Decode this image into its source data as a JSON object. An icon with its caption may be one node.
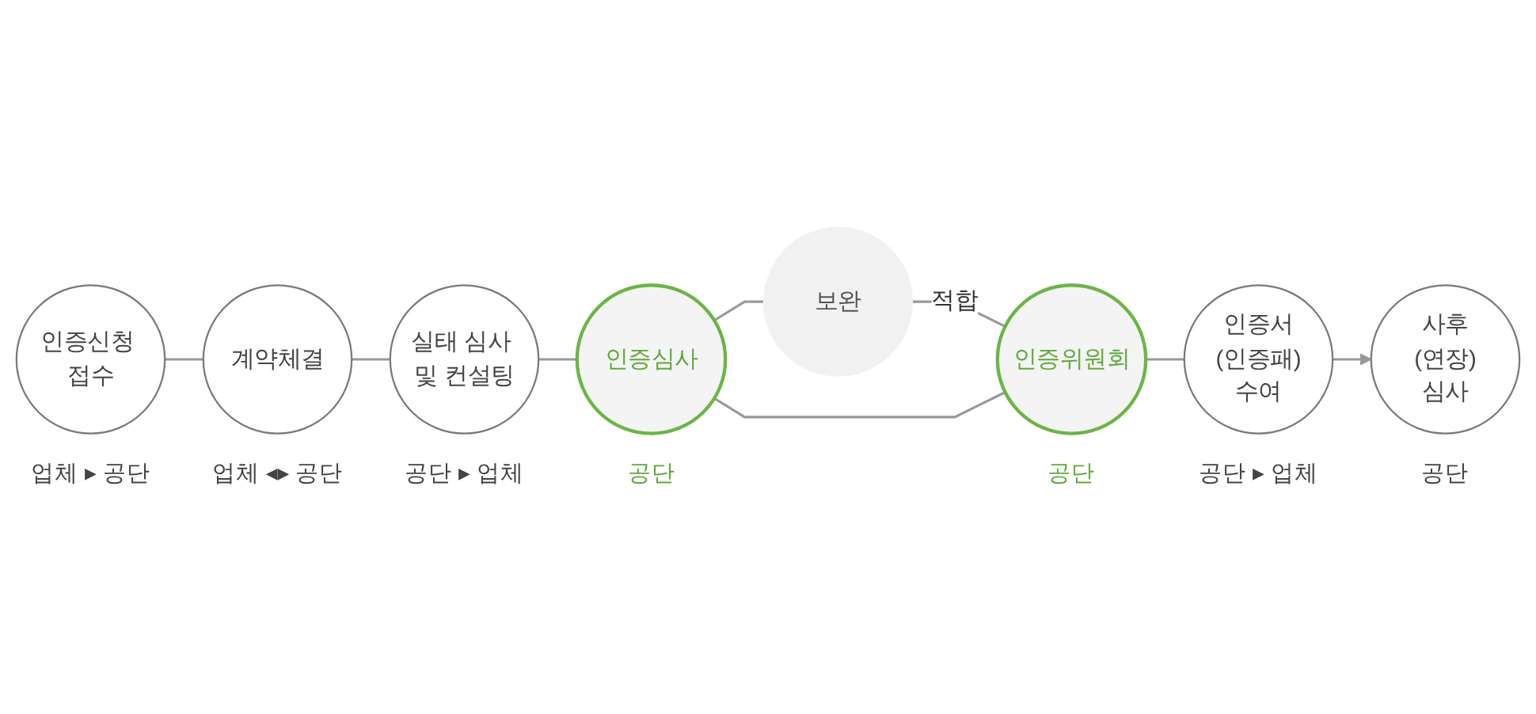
{
  "diagram": {
    "nodes": [
      {
        "text": [
          "보완"
        ]
      },
      {
        "text": [
          "인증신청 접수"
        ],
        "beside": [
          "업체 ▸ 공단"
        ]
      },
      {
        "text": [
          "계약체결"
        ],
        "beside": [
          "업체 ◂▸ 공단"
        ]
      },
      {
        "text": [
          "실태 심사 및 컨설팅"
        ],
        "beside": [
          "공단 ▸ 업체"
        ]
      },
      {
        "text": [
          "인증심사"
        ],
        "beside": [
          "공단"
        ]
      },
      {
        "text": [
          "인증위원회"
        ],
        "beside": [
          "공단"
        ]
      },
      {
        "text": [
          "인증서",
          "(인증패)",
          "수여"
        ],
        "beside": [
          "공단 ▸ 업체"
        ]
      },
      {
        "text": [
          "사후",
          "(연장)",
          "심사"
        ],
        "beside": [
          "공단"
        ]
      }
    ],
    "edges": [
      {
        "from": 1,
        "to": 2,
        "arrow": "none"
      },
      {
        "from": 2,
        "to": 3,
        "arrow": "none"
      },
      {
        "from": 3,
        "to": 4,
        "arrow": "none"
      },
      {
        "from": 4,
        "to": 0,
        "arrow": "none"
      },
      {
        "from": 0,
        "to": 5,
        "arrow": "none",
        "label": "적합"
      },
      {
        "from": 4,
        "to": 5,
        "arrow": "none"
      },
      {
        "from": 5,
        "to": 6,
        "arrow": "none"
      },
      {
        "from": 6,
        "to": 7,
        "arrow": "to"
      }
    ]
  }
}
